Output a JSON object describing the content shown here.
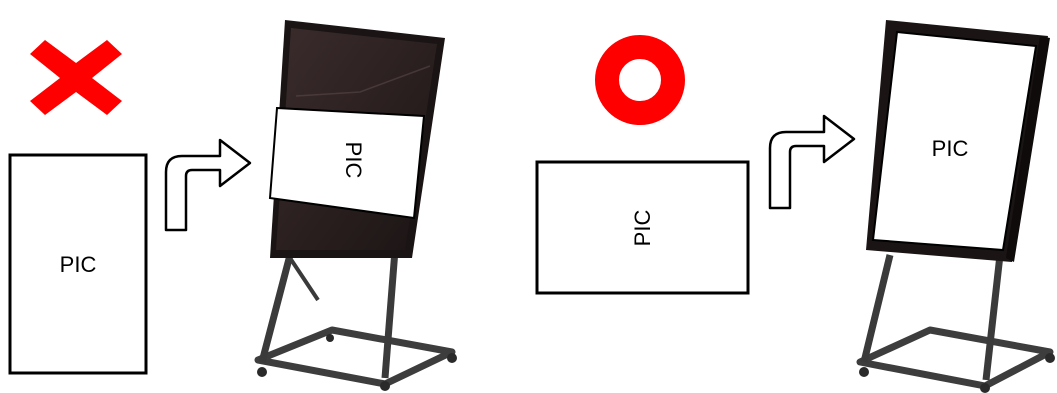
{
  "colors": {
    "mark_red": "#ff0000",
    "screen_dark": "#2a1f1f",
    "frame_dark": "#1a1414",
    "stand_gray": "#4a4a4a",
    "paper_white": "#ffffff",
    "outline_black": "#000000"
  },
  "icons": {
    "wrong_mark": "x-mark-icon",
    "right_mark": "circle-mark-icon",
    "arrow_left": "curved-arrow-icon",
    "arrow_right": "curved-arrow-icon"
  },
  "wrong_example": {
    "picture_label": "PIC",
    "screen_label": "PIC"
  },
  "right_example": {
    "picture_label": "PIC",
    "screen_label": "PIC"
  }
}
